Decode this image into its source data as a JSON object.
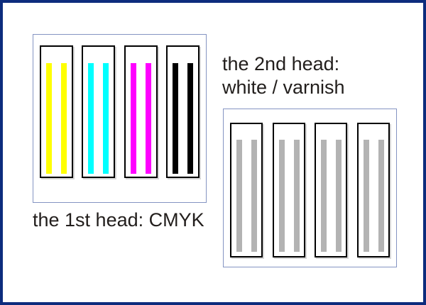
{
  "canvas": {
    "outer_border_color": "#0d2c7d",
    "background_color": "#ffffff",
    "group_box_border_color": "#8494c2",
    "cartridge_border_color": "#000000",
    "text_color": "#221e1c"
  },
  "head1": {
    "label": "the 1st head: CMYK",
    "cartridges": [
      {
        "name": "yellow",
        "color": "#ffff00"
      },
      {
        "name": "cyan",
        "color": "#00ffff"
      },
      {
        "name": "magenta",
        "color": "#ff00ff"
      },
      {
        "name": "black",
        "color": "#000000"
      }
    ]
  },
  "head2": {
    "label_line1": "the 2nd head:",
    "label_line2": "white / varnish",
    "cartridges": [
      {
        "name": "white-varnish-1",
        "color": "#b3b3b3"
      },
      {
        "name": "white-varnish-2",
        "color": "#b3b3b3"
      },
      {
        "name": "white-varnish-3",
        "color": "#b3b3b3"
      },
      {
        "name": "white-varnish-4",
        "color": "#b3b3b3"
      }
    ]
  }
}
